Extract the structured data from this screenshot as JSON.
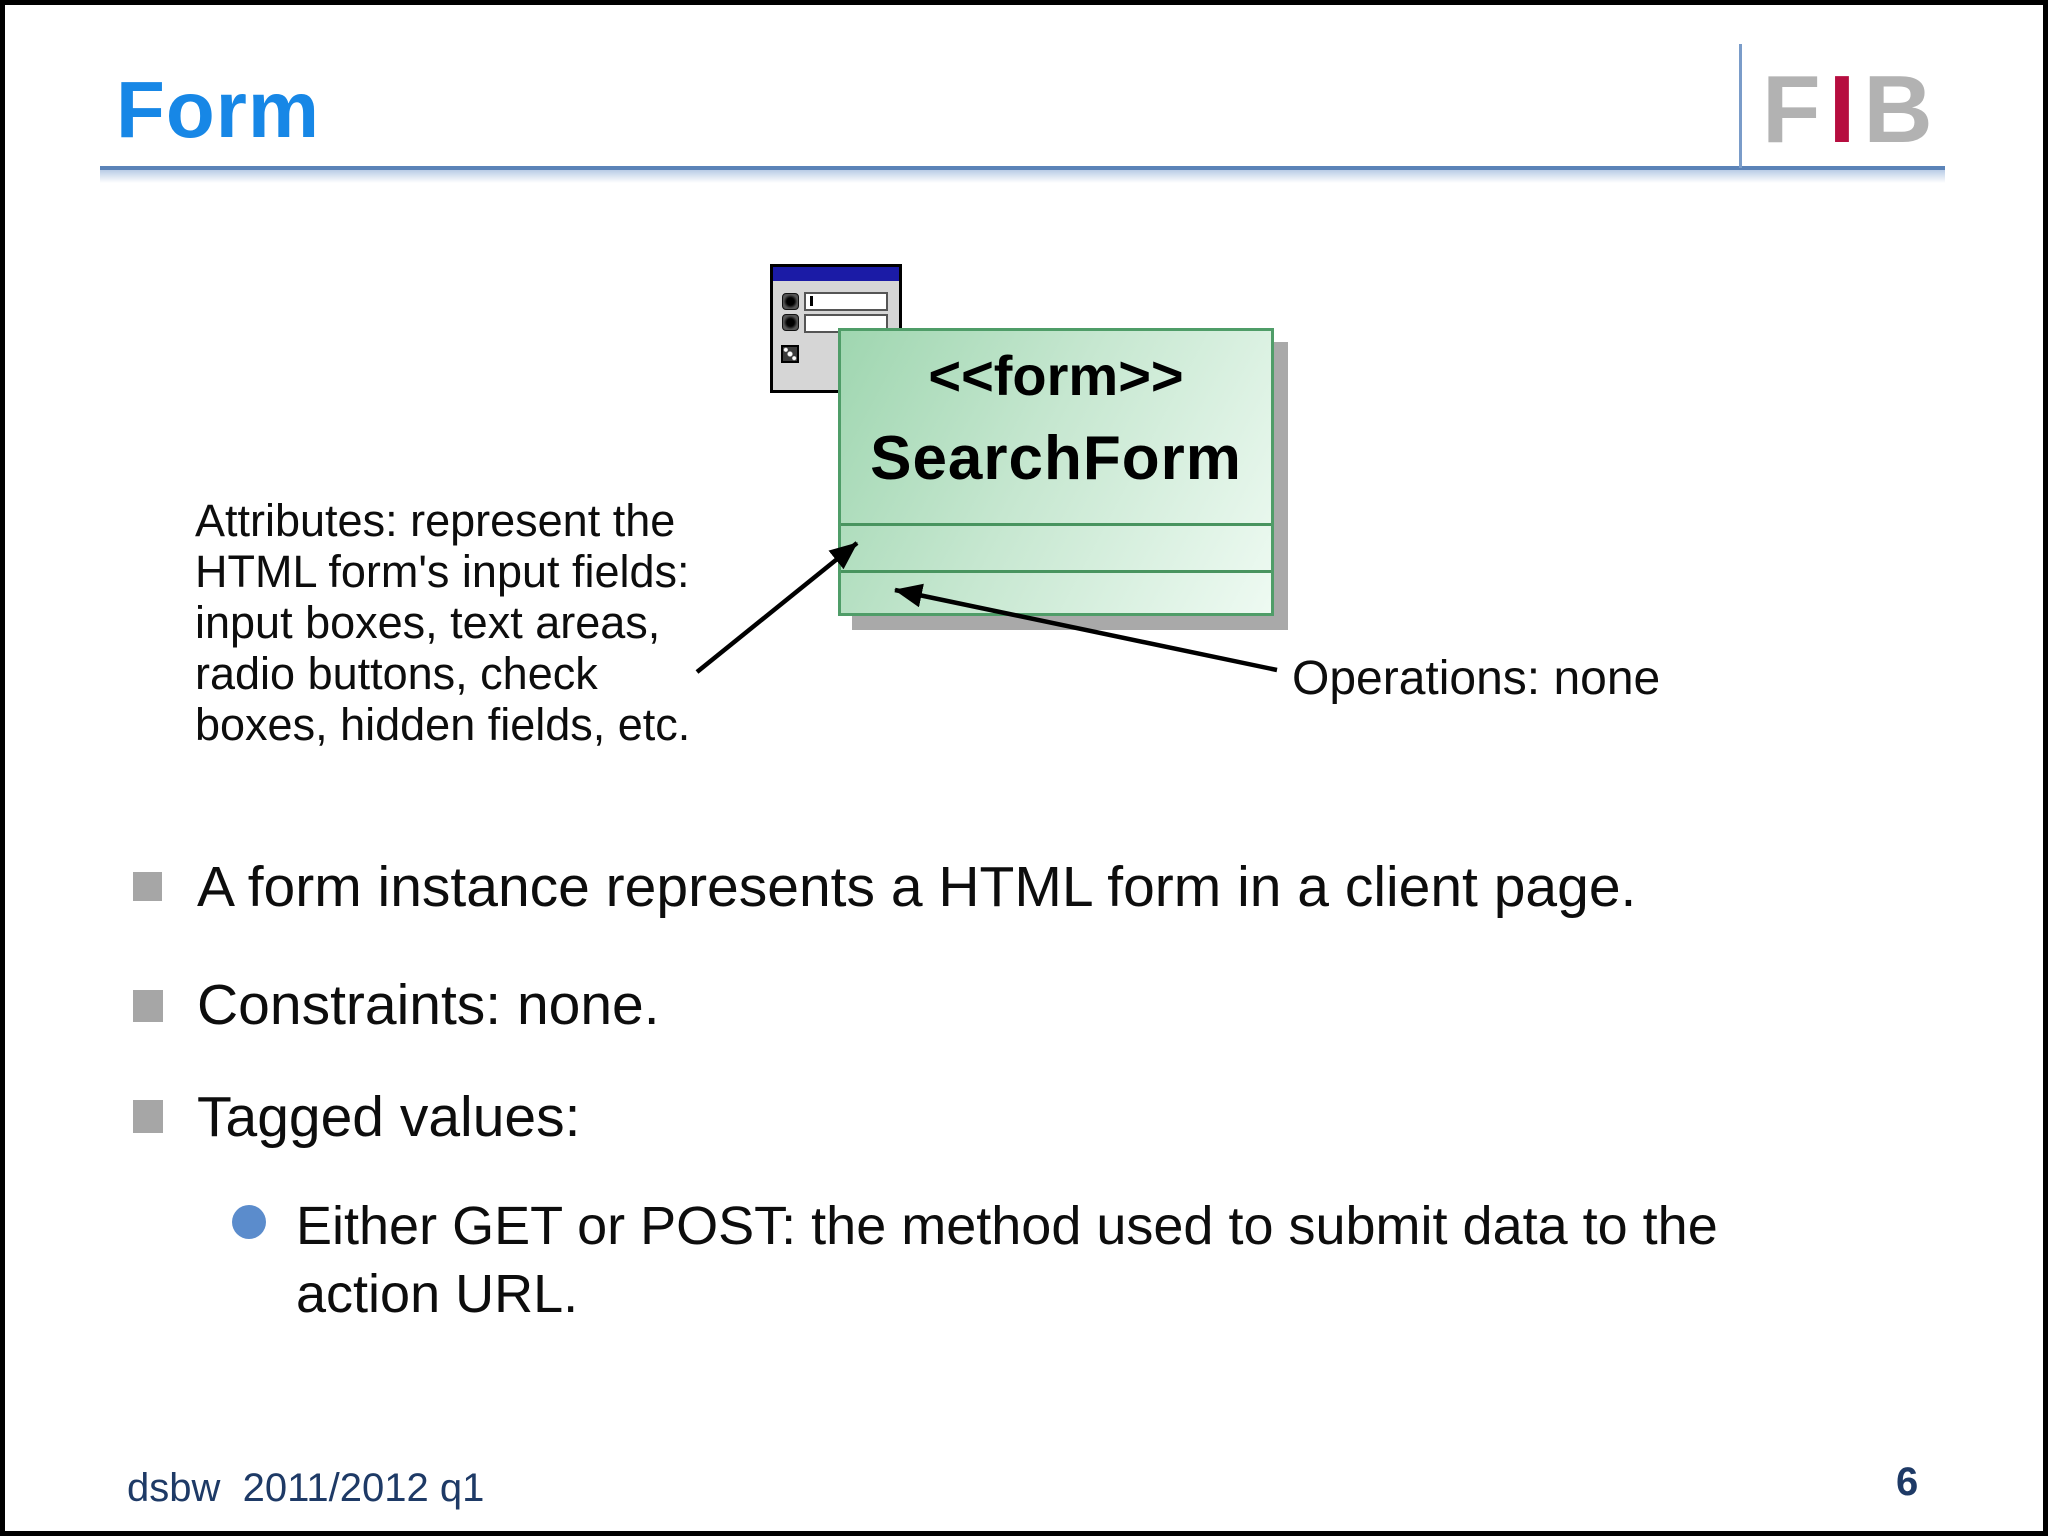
{
  "slide": {
    "title": "Form",
    "footer": "dsbw  2011/2012 q1",
    "page_number": "6"
  },
  "logo": {
    "letters": [
      {
        "char": "F",
        "color": "#b2b2b2"
      },
      {
        "char": "I",
        "color": "#b60d3f"
      },
      {
        "char": "B",
        "color": "#b2b2b2"
      }
    ]
  },
  "diagram": {
    "stereotype": "<<form>>",
    "class_name": "SearchForm",
    "attributes_note": {
      "lines": [
        "Attributes: represent the",
        "HTML form's input fields:",
        "input boxes, text areas,",
        "radio buttons, check",
        "boxes, hidden fields, etc."
      ]
    },
    "operations_note": "Operations: none"
  },
  "bullets": [
    {
      "level": 1,
      "text": "A form instance represents a HTML form in a client page."
    },
    {
      "level": 1,
      "text": "Constraints: none."
    },
    {
      "level": 1,
      "text": "Tagged values:"
    },
    {
      "level": 2,
      "lines": [
        "Either GET or POST: the method used to submit data to the",
        "action URL."
      ]
    }
  ],
  "colors": {
    "title_blue": "#1787e6",
    "header_rule": "#5b83b8",
    "logo_gray": "#b2b2b2",
    "logo_red": "#b60d3f",
    "uml_border_green": "#4f9d68",
    "uml_fill_dark": "#9fd6b0",
    "uml_fill_light": "#eefaf2",
    "bullet_gray": "#a6a6a6",
    "sub_bullet_blue": "#5b8ccc",
    "footer_navy": "#1e3a66",
    "widget_titlebar_blue": "#1b1ba6"
  }
}
